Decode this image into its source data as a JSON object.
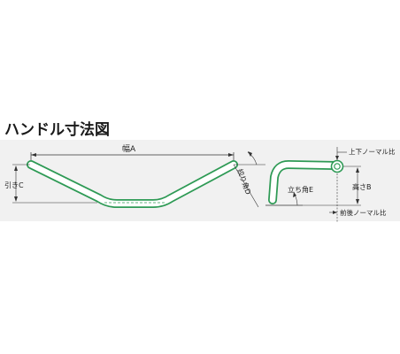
{
  "title": "ハンドル寸法図",
  "labels": {
    "width": "幅A",
    "pullback": "引きC",
    "sweep_angle": "絞り角D",
    "rise_angle": "立ち角E",
    "height": "高さB",
    "vs_normal_top": "上下ノーマル比",
    "vs_normal_bottom": "前後ノーマル比"
  },
  "colors": {
    "bar_stroke": "#2e9a55",
    "bar_fill": "#ffffff",
    "dimension_line": "#333333",
    "panel_bg": "#f1f1f1"
  }
}
